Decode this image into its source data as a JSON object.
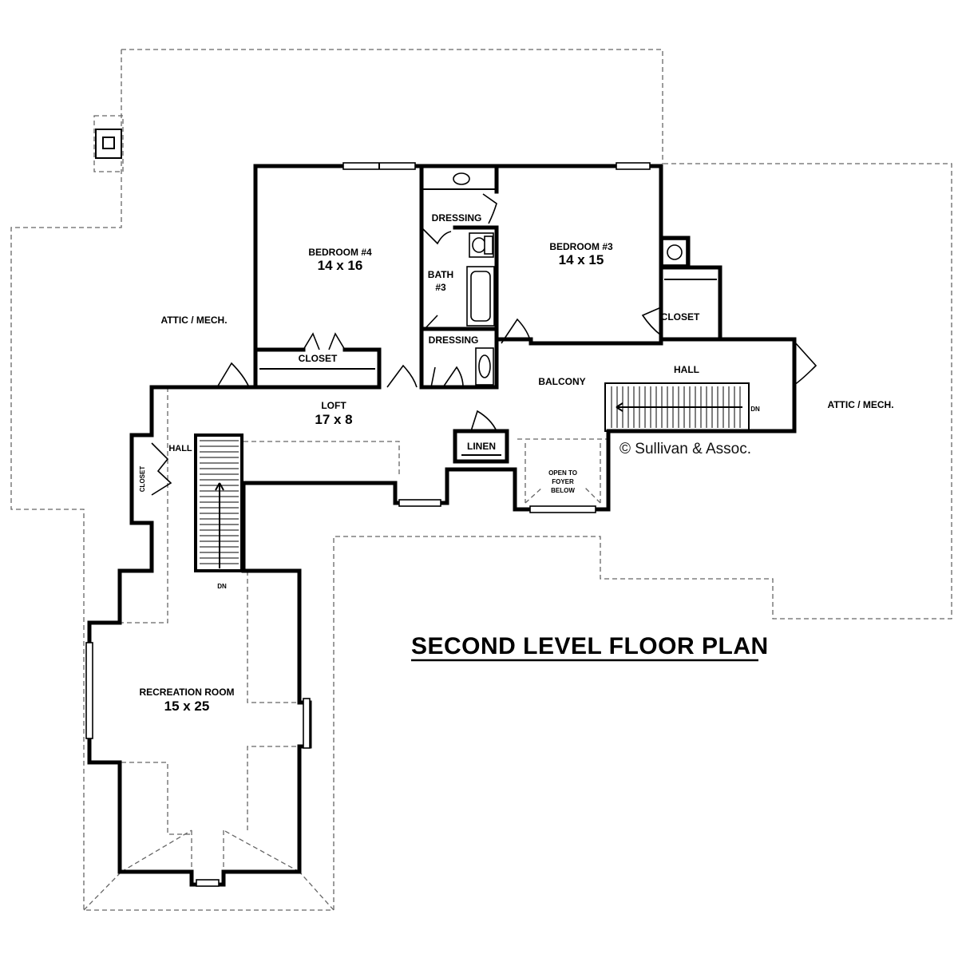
{
  "rooms": {
    "bedroom4": {
      "name": "BEDROOM #4",
      "size": "14 x 16"
    },
    "bedroom3": {
      "name": "BEDROOM #3",
      "size": "14 x 15"
    },
    "loft": {
      "name": "LOFT",
      "size": "17 x 8"
    },
    "recreation": {
      "name": "RECREATION ROOM",
      "size": "15 x 25"
    },
    "bath3": {
      "line1": "BATH",
      "line2": "#3"
    },
    "dressing_upper": "DRESSING",
    "dressing_lower": "DRESSING",
    "closet_bed4": "CLOSET",
    "closet_bed3": "CLOSET",
    "closet_left": "CLOSET",
    "linen": "LINEN",
    "balcony": "BALCONY",
    "hall_upper": "HALL",
    "hall_left": "HALL",
    "attic_left": "ATTIC / MECH.",
    "attic_right": "ATTIC / MECH.",
    "open_to_foyer": {
      "line1": "OPEN TO",
      "line2": "FOYER",
      "line3": "BELOW"
    },
    "stair_dn_upper": "DN",
    "stair_dn_left": "DN"
  },
  "copyright": "© Sullivan & Assoc.",
  "title": "SECOND LEVEL FLOOR PLAN"
}
